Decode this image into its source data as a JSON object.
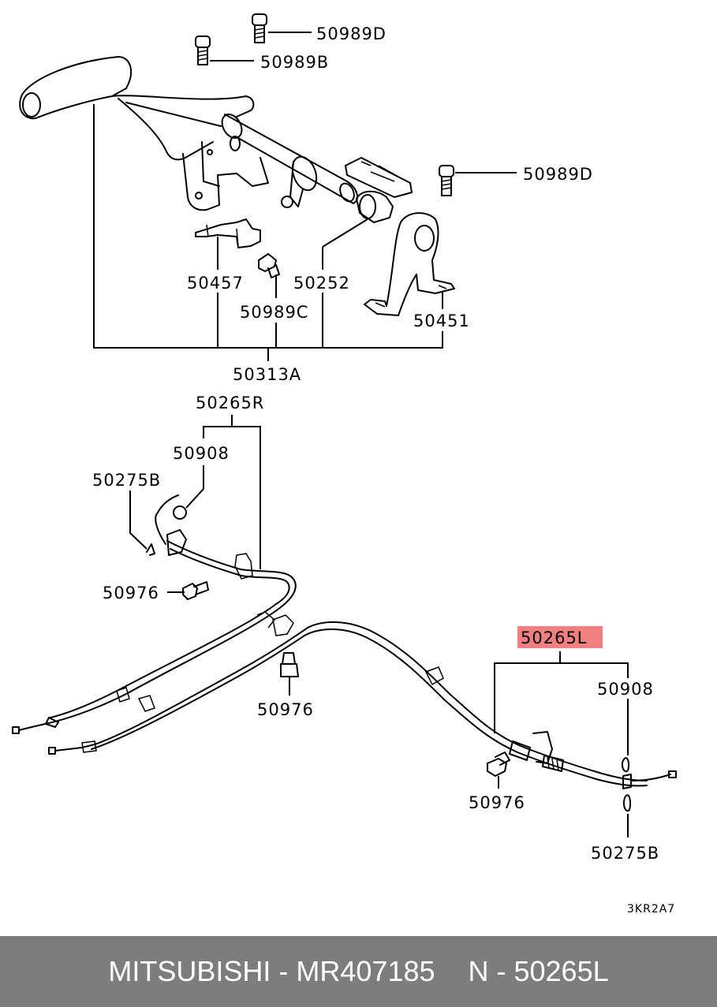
{
  "diagram": {
    "labels": {
      "bolt_top_d": "50989D",
      "bolt_top_b": "50989B",
      "bolt_right_d": "50989D",
      "clip_50457": "50457",
      "bushing_50252": "50252",
      "bolt_50989c": "50989C",
      "bracket_50451": "50451",
      "lever_assy": "50313A",
      "cable_right": "50265R",
      "grommet_right": "50908",
      "clip_left": "50275B",
      "bolt_left": "50976",
      "bolt_mid": "50976",
      "cable_left": "50265L",
      "grommet_left": "50908",
      "bolt_lower": "50976",
      "clip_right": "50275B"
    },
    "drawing_code": "3KR2A7",
    "highlight_color": "#f08080"
  },
  "footer": {
    "brand": "MITSUBISHI - MR407185",
    "part_ref": "N - 50265L",
    "background": "#7d7d7d"
  }
}
